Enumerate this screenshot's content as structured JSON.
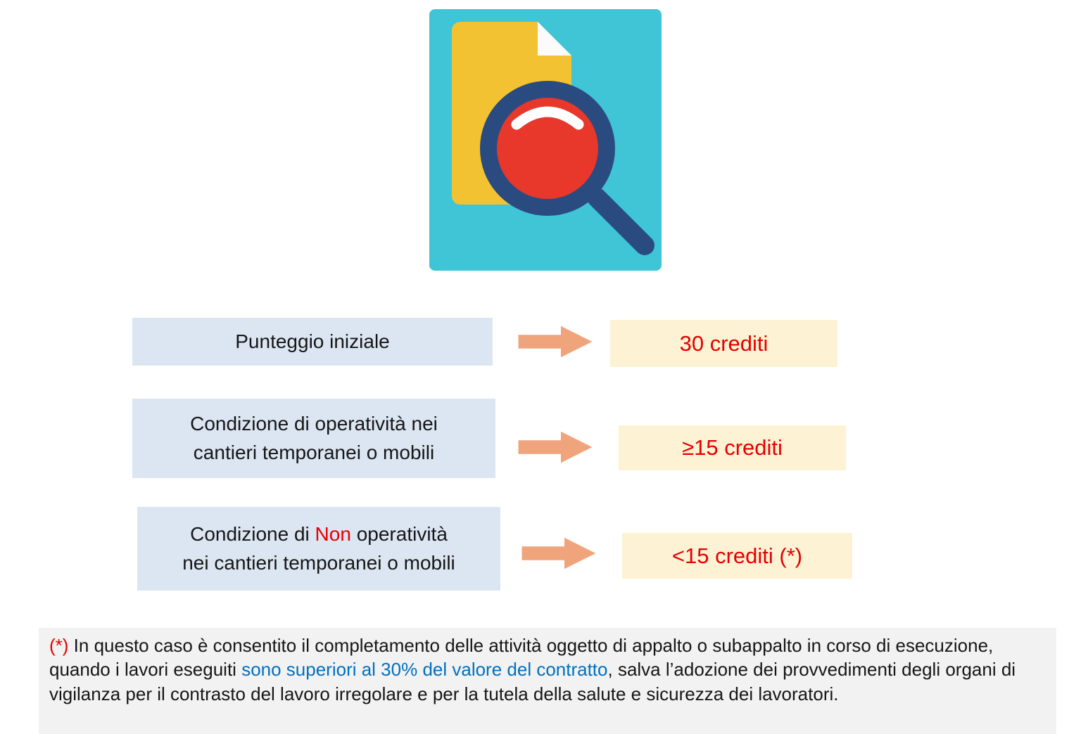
{
  "icon": {
    "name": "document-search-icon",
    "background_color": "#3fc5d5",
    "document_color": "#f3c232",
    "magnifier_ring_color": "#2a4b80",
    "magnifier_lens_color": "#e8372b"
  },
  "rows": [
    {
      "label": "Punteggio iniziale",
      "value": "30 crediti"
    },
    {
      "label_line1": "Condizione di operatività nei",
      "label_line2": "cantieri temporanei o mobili",
      "value": "≥15 crediti"
    },
    {
      "label_line1_pre": "Condizione di ",
      "label_line1_red": "Non",
      "label_line1_post": " operatività",
      "label_line2": "nei cantieri temporanei o mobili",
      "value": "<15 crediti (*)"
    }
  ],
  "footnote": {
    "marker": "(*)",
    "text_1": " In questo caso è consentito il completamento delle attività oggetto di appalto o subappalto in corso di esecuzione, quando i lavori eseguiti ",
    "highlight": "sono superiori al 30% del valore del contratto",
    "text_2": ", salva l’adozione dei provvedimenti degli organi di vigilanza per il contrasto del lavoro irregolare e per la tutela della salute e sicurezza dei lavoratori."
  },
  "colors": {
    "label_box_background": "#dbe6f2",
    "value_box_background": "#fdf3d4",
    "arrow": "#f0a47c",
    "red_text": "#e60000",
    "blue_text": "#0070c0",
    "footnote_background": "#f2f2f2",
    "icon_background": "#3fc5d5"
  }
}
